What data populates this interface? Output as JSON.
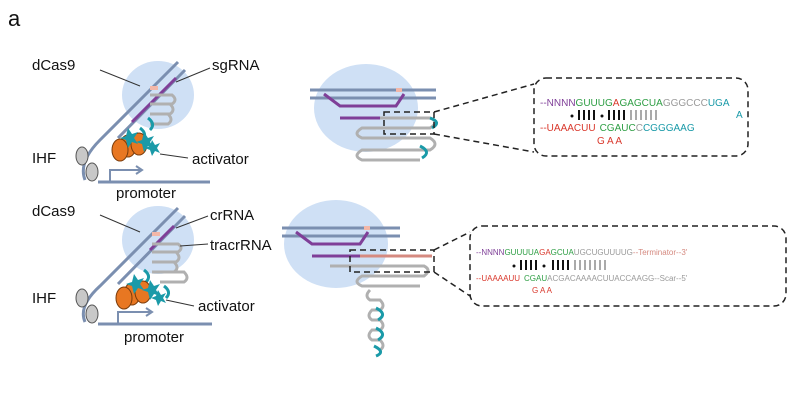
{
  "panel_label": "a",
  "top": {
    "dcas9": "dCas9",
    "sgrna": "sgRNA",
    "ihf": "IHF",
    "activator": "activator",
    "promoter": "promoter",
    "seq": {
      "top_prefix": "--NNNN",
      "top_green1": "GUUUG",
      "top_red1": "A",
      "top_green2": "GA",
      "top_green3": "GCUA",
      "top_gray": "GGGCCC",
      "top_teal": "UGA",
      "loop_a": "A",
      "bot_prefix": "--",
      "bot_red": "UAAACUU",
      "bot_green": "CGAUC",
      "bot_gray": "C",
      "bot_teal": "CGGGAAG",
      "bulge": "G A A"
    }
  },
  "bottom": {
    "dcas9": "dCas9",
    "crrna": "crRNA",
    "tracrrna": "tracrRNA",
    "ihf": "IHF",
    "activator": "activator",
    "promoter": "promoter",
    "seq": {
      "top_prefix": "--NNNN",
      "top_green1": "GUUUUA",
      "top_red1": "GA",
      "top_green2": "GCUA",
      "top_gray": "UGCUGUUUUG",
      "top_term": "--Terminator--3'",
      "bot_prefix": "--",
      "bot_red": "UAAAAUU",
      "bot_green": "CGAU",
      "bot_gray": "ACGACAAAACUUACCAAGG",
      "bot_scar": "--Scar--5'",
      "bulge": "G A A"
    }
  },
  "colors": {
    "dna": "#7b8fb0",
    "rna": "#7f3f98",
    "hairpin": "#b0b0b0",
    "teal": "#1a9aa8",
    "blob": "#cfe0f5",
    "activator": "#e87722",
    "pink": "#f3b7a8",
    "seq_red": "#d9372b",
    "seq_green": "#2e9e44",
    "seq_teal": "#1a9aa8",
    "seq_purple": "#7f3f98",
    "seq_gray": "#9a9a9a",
    "seq_salmon": "#d58a80"
  }
}
